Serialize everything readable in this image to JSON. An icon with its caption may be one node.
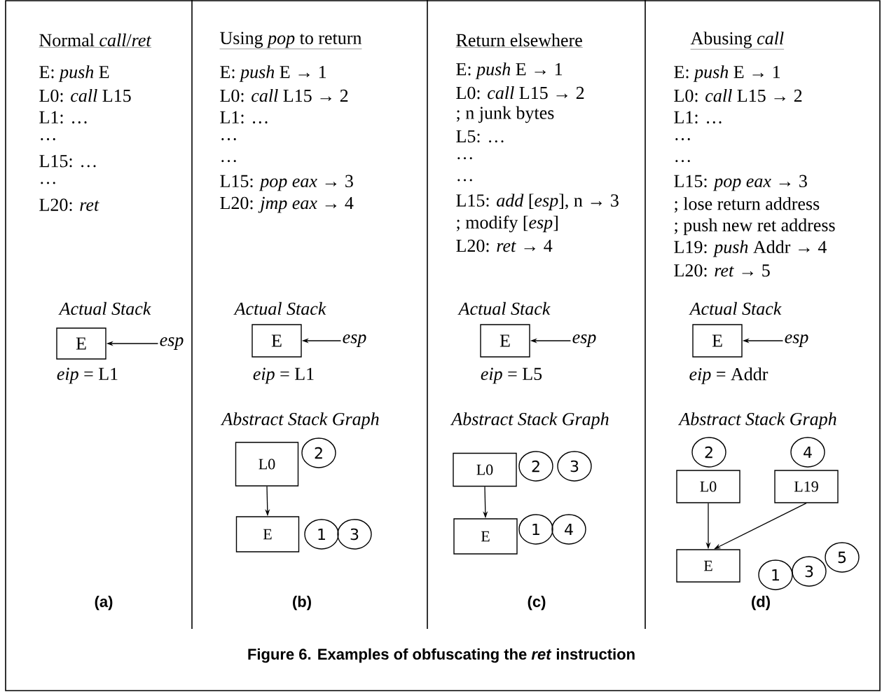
{
  "diagram": {
    "caption": "Figure 6. Examples of obfuscating the *ret* instruction",
    "nodes": [
      {
        "text": [
          "E"
        ]
      },
      {
        "text": [
          "esp"
        ]
      },
      {
        "text": [
          "E"
        ]
      },
      {
        "text": [
          "esp"
        ]
      },
      {
        "text": [
          "L0"
        ]
      },
      {
        "text": [
          "2"
        ]
      },
      {
        "text": [
          "E"
        ]
      },
      {
        "text": [
          "1"
        ]
      },
      {
        "text": [
          "3"
        ]
      },
      {
        "text": [
          "E"
        ]
      },
      {
        "text": [
          "esp"
        ]
      },
      {
        "text": [
          "L0"
        ]
      },
      {
        "text": [
          "2"
        ]
      },
      {
        "text": [
          "3"
        ]
      },
      {
        "text": [
          "E"
        ]
      },
      {
        "text": [
          "1"
        ]
      },
      {
        "text": [
          "4"
        ]
      },
      {
        "text": [
          "E"
        ]
      },
      {
        "text": [
          "esp"
        ]
      },
      {
        "text": [
          "2"
        ]
      },
      {
        "text": [
          "4"
        ]
      },
      {
        "text": [
          "L0"
        ]
      },
      {
        "text": [
          "L19"
        ]
      },
      {
        "text": [
          "E"
        ]
      },
      {
        "text": [
          "1"
        ]
      },
      {
        "text": [
          "3"
        ]
      },
      {
        "text": [
          "5"
        ]
      }
    ],
    "edges": [
      {
        "from": 1,
        "to": 0,
        "arrow": "to"
      },
      {
        "from": 3,
        "to": 2,
        "arrow": "to"
      },
      {
        "from": 4,
        "to": 6,
        "arrow": "to"
      },
      {
        "from": 10,
        "to": 9,
        "arrow": "to"
      },
      {
        "from": 11,
        "to": 14,
        "arrow": "to"
      },
      {
        "from": 18,
        "to": 17,
        "arrow": "to"
      },
      {
        "from": 21,
        "to": 23,
        "arrow": "to"
      },
      {
        "from": 22,
        "to": 23,
        "arrow": "to"
      }
    ],
    "labels": [
      "Normal *call*/*ret*",
      "E: *push* E",
      "L0: *call* L15",
      "L1: …",
      "…",
      "L15: …",
      "…",
      "L20: *ret*",
      "Actual Stack",
      "*eip* = L1",
      "(a)",
      "Using *pop* to return",
      "E: *push* E → 1",
      "L0: *call* L15 → 2",
      "L1: …",
      "…",
      "…",
      "L15: *pop eax* → 3",
      "L20: *jmp eax* → 4",
      "Actual Stack",
      "*eip* = L1",
      "Abstract Stack Graph",
      "(b)",
      "Return elsewhere",
      "E: *push* E → 1",
      "L0: *call* L15 → 2",
      "; n junk bytes",
      "L5: …",
      "…",
      "…",
      "L15: *add* [*esp*], n → 3",
      "; modify [*esp*]",
      "L20: *ret* → 4",
      "Actual Stack",
      "*eip* = L5",
      "Abstract Stack Graph",
      "(c)",
      "Abusing *call*",
      "E: *push* E → 1",
      "L0: *call* L15 → 2",
      "L1: …",
      "…",
      "…",
      "L15: *pop eax* → 3",
      "; lose return address",
      "; push new ret address",
      "L19: *push* Addr → 4",
      "L20: *ret* → 5",
      "Actual Stack",
      "*eip* = Addr",
      "Abstract Stack Graph",
      "(d)"
    ]
  }
}
